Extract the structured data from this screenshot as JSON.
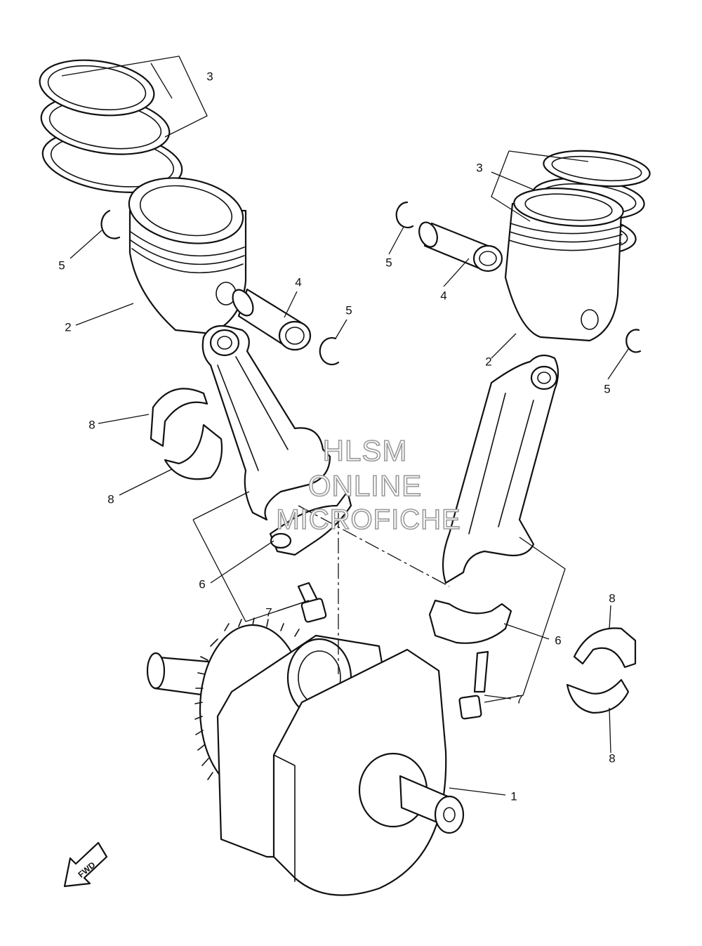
{
  "watermark": {
    "line1": "HLSM",
    "line2": "ONLINE",
    "line3": "MICROFICHE"
  },
  "fwd_label": "FWD",
  "callouts": {
    "c1": "1",
    "c2a": "2",
    "c2b": "2",
    "c3a": "3",
    "c3b": "3",
    "c4a": "4",
    "c4b": "4",
    "c5a": "5",
    "c5b": "5",
    "c5c": "5",
    "c5d": "5",
    "c6a": "6",
    "c6b": "6",
    "c7a": "7",
    "c7b": "7",
    "c8a": "8",
    "c8b": "8",
    "c8c": "8",
    "c8d": "8"
  }
}
